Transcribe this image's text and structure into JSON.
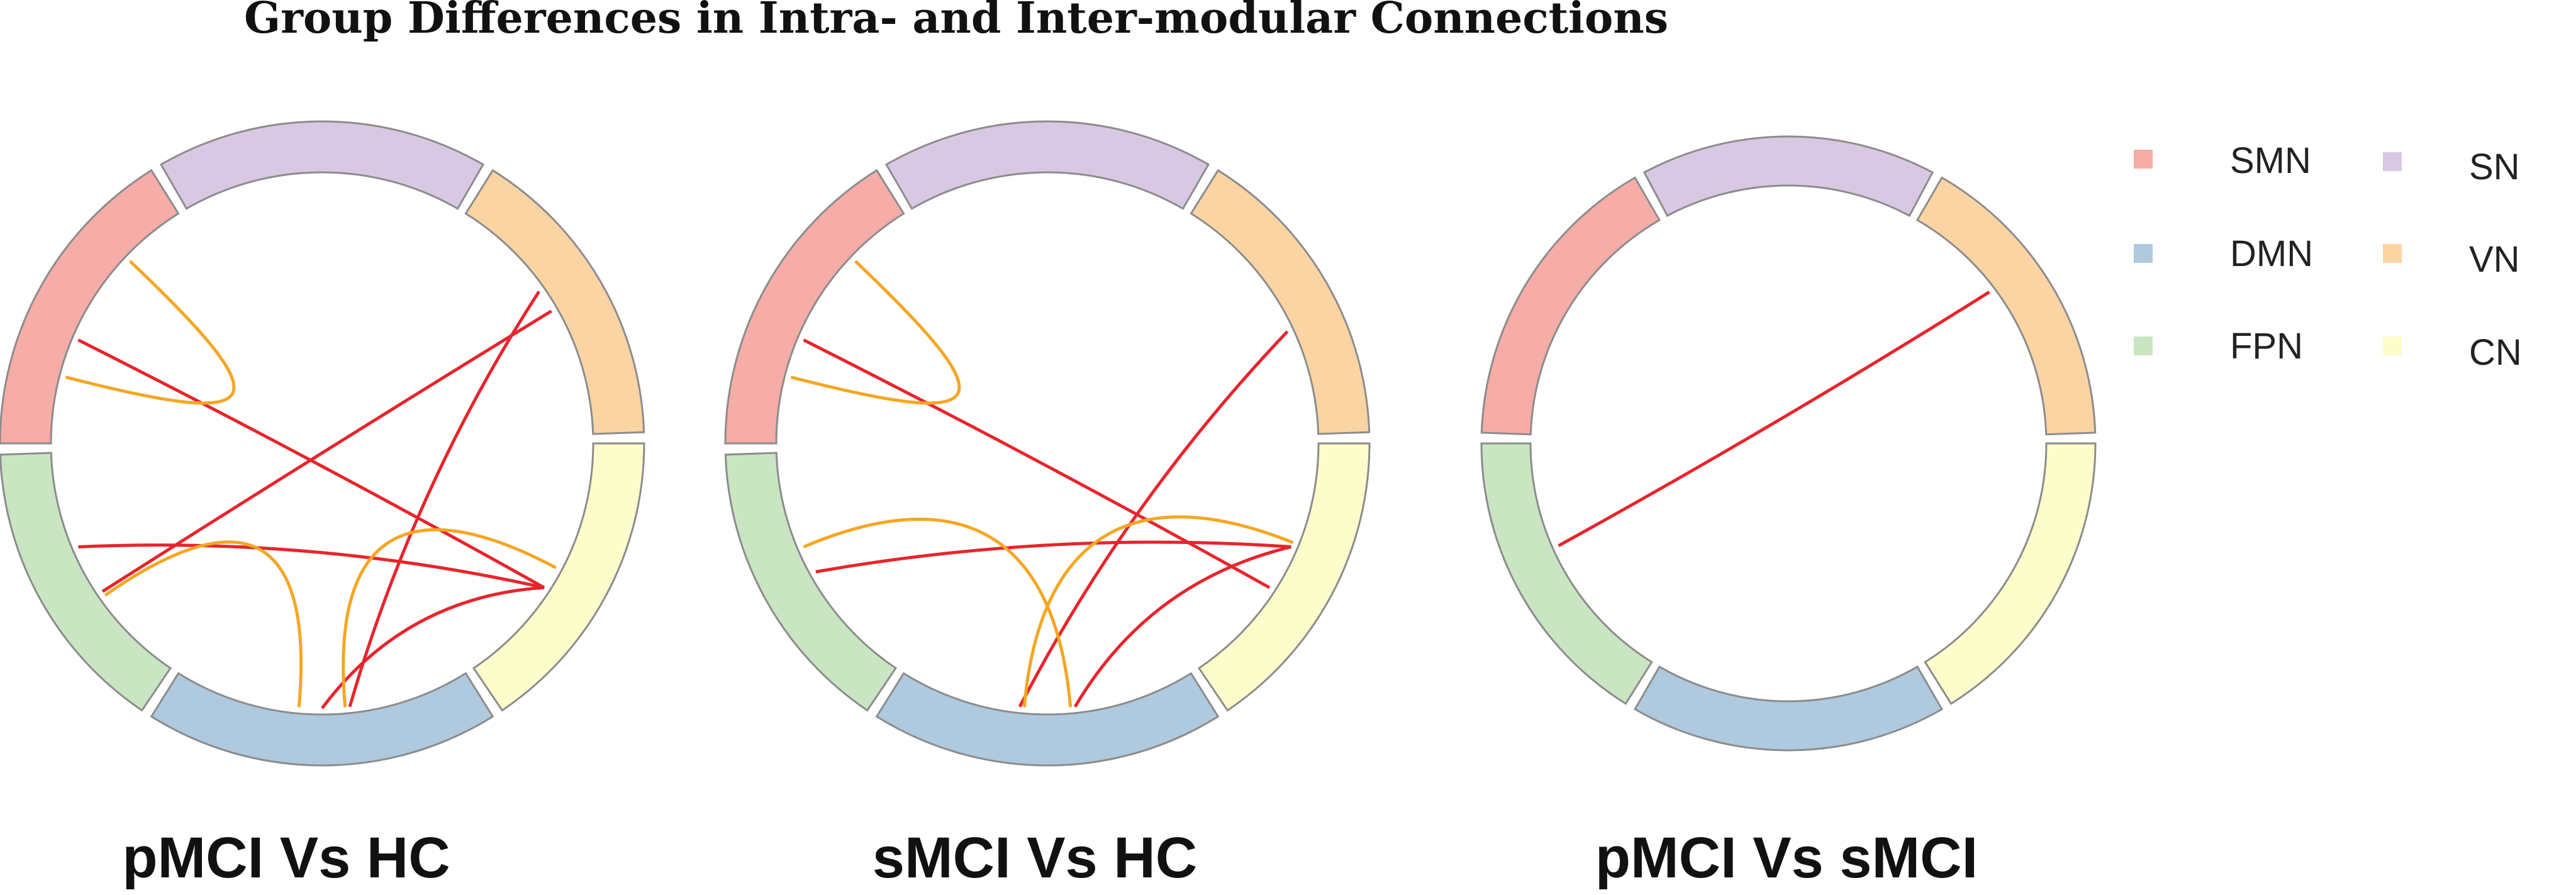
{
  "title": "Group Differences in Intra- and Inter-modular Connections",
  "legend": [
    {
      "key": "SMN",
      "label": "SMN",
      "color": "#f6aca7"
    },
    {
      "key": "SN",
      "label": "SN",
      "color": "#d9c8e3"
    },
    {
      "key": "DMN",
      "label": "DMN",
      "color": "#afc9de"
    },
    {
      "key": "VN",
      "label": "VN",
      "color": "#fbd4a3"
    },
    {
      "key": "FPN",
      "label": "FPN",
      "color": "#c9e5c2"
    },
    {
      "key": "CN",
      "label": "CN",
      "color": "#fdfccb"
    }
  ],
  "colors": {
    "inter_module": "#e8242c",
    "intra_module": "#f5a623",
    "ring_outline": "#8c8c8c"
  },
  "panels": [
    {
      "caption": "pMCI Vs HC",
      "modules": [
        {
          "key": "SN",
          "start": -120,
          "end": -60
        },
        {
          "key": "VN",
          "start": -58,
          "end": -2
        },
        {
          "key": "CN",
          "start": 0,
          "end": 56
        },
        {
          "key": "DMN",
          "start": 58,
          "end": 122
        },
        {
          "key": "FPN",
          "start": 124,
          "end": 178
        },
        {
          "key": "SMN",
          "start": 180,
          "end": 238
        }
      ],
      "connections": [
        {
          "from": "SMN",
          "to": "CN",
          "type": "inter"
        },
        {
          "from": "VN",
          "to": "FPN",
          "type": "inter"
        },
        {
          "from": "FPN",
          "to": "CN",
          "type": "inter"
        },
        {
          "from": "DMN",
          "to": "VN",
          "type": "inter"
        },
        {
          "from": "DMN",
          "to": "CN",
          "type": "inter"
        },
        {
          "from": "SMN",
          "to": "SMN",
          "type": "intra"
        },
        {
          "from": "FPN",
          "to": "DMN",
          "type": "intra"
        },
        {
          "from": "CN",
          "to": "DMN",
          "type": "intra"
        }
      ]
    },
    {
      "caption": "sMCI Vs HC",
      "modules": [
        {
          "key": "SN",
          "start": -120,
          "end": -60
        },
        {
          "key": "VN",
          "start": -58,
          "end": -2
        },
        {
          "key": "CN",
          "start": 0,
          "end": 56
        },
        {
          "key": "DMN",
          "start": 58,
          "end": 122
        },
        {
          "key": "FPN",
          "start": 124,
          "end": 178
        },
        {
          "key": "SMN",
          "start": 180,
          "end": 238
        }
      ],
      "connections": [
        {
          "from": "SMN",
          "to": "CN",
          "type": "inter"
        },
        {
          "from": "FPN",
          "to": "CN",
          "type": "inter"
        },
        {
          "from": "DMN",
          "to": "VN",
          "type": "inter"
        },
        {
          "from": "DMN",
          "to": "CN",
          "type": "inter"
        },
        {
          "from": "SMN",
          "to": "SMN",
          "type": "intra"
        },
        {
          "from": "FPN",
          "to": "DMN",
          "type": "intra"
        },
        {
          "from": "CN",
          "to": "DMN",
          "type": "intra"
        }
      ]
    },
    {
      "caption": "pMCI Vs sMCI",
      "modules": [
        {
          "key": "SN",
          "start": -118,
          "end": -62
        },
        {
          "key": "VN",
          "start": -60,
          "end": -2
        },
        {
          "key": "CN",
          "start": 0,
          "end": 58
        },
        {
          "key": "DMN",
          "start": 60,
          "end": 120
        },
        {
          "key": "FPN",
          "start": 122,
          "end": 180
        },
        {
          "key": "SMN",
          "start": 182,
          "end": 240
        }
      ],
      "connections": [
        {
          "from": "VN",
          "to": "FPN",
          "type": "inter"
        }
      ]
    }
  ]
}
